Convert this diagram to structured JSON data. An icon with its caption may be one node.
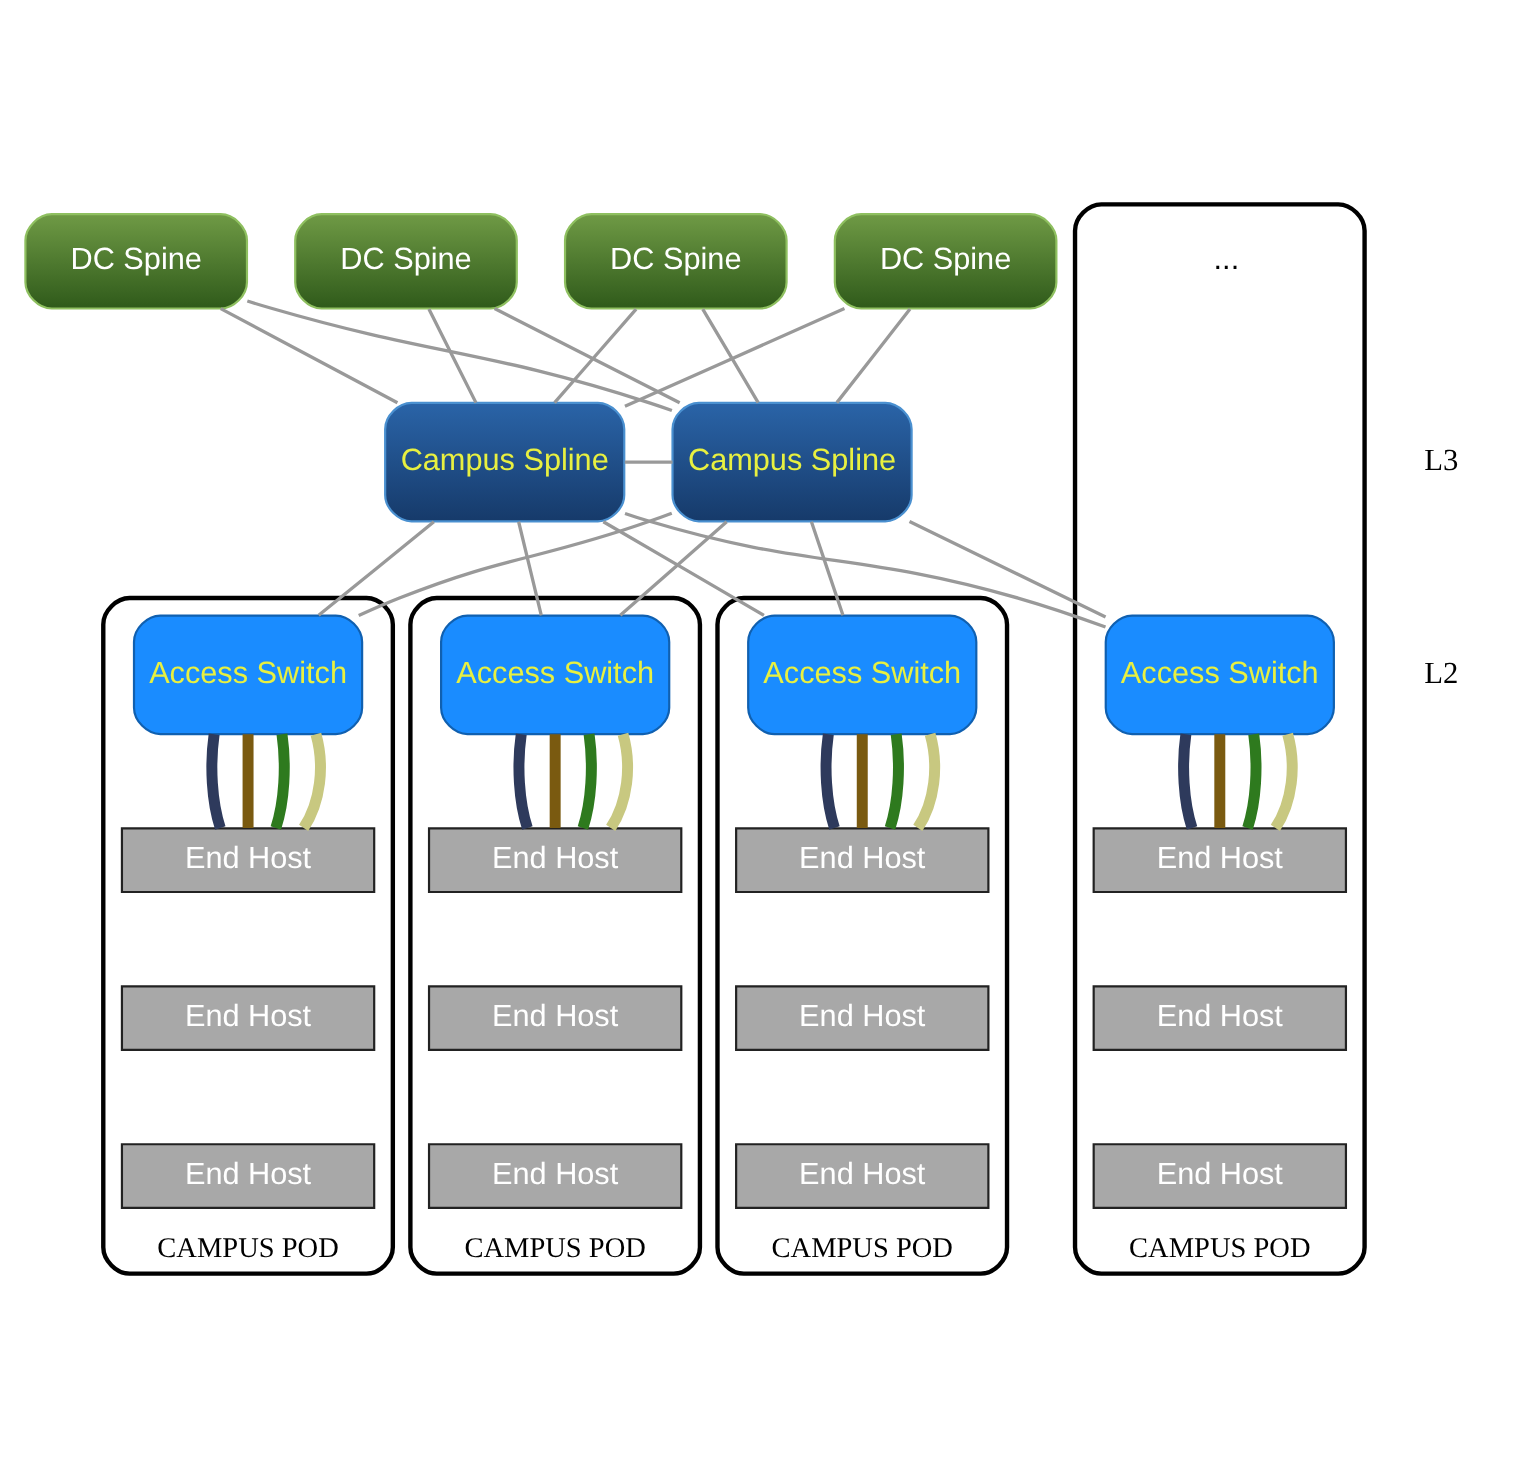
{
  "diagram": {
    "nodes": [
      {
        "text": [
          "DC Spine"
        ]
      },
      {
        "text": [
          "DC Spine"
        ]
      },
      {
        "text": [
          "DC Spine"
        ]
      },
      {
        "text": [
          "DC Spine"
        ]
      },
      {
        "text": [
          "Campus Spline"
        ]
      },
      {
        "text": [
          "Campus Spline"
        ]
      },
      {
        "text": [
          "CAMPUS POD"
        ]
      },
      {
        "text": [
          "Access Switch"
        ],
        "in": 6
      },
      {
        "text": [
          "End Host"
        ],
        "in": 6
      },
      {
        "text": [
          "End Host"
        ],
        "in": 6
      },
      {
        "text": [
          "End Host"
        ],
        "in": 6
      },
      {
        "text": [
          "CAMPUS POD"
        ]
      },
      {
        "text": [
          "Access Switch"
        ],
        "in": 11
      },
      {
        "text": [
          "End Host"
        ],
        "in": 11
      },
      {
        "text": [
          "End Host"
        ],
        "in": 11
      },
      {
        "text": [
          "End Host"
        ],
        "in": 11
      },
      {
        "text": [
          "CAMPUS POD"
        ]
      },
      {
        "text": [
          "Access Switch"
        ],
        "in": 16
      },
      {
        "text": [
          "End Host"
        ],
        "in": 16
      },
      {
        "text": [
          "End Host"
        ],
        "in": 16
      },
      {
        "text": [
          "End Host"
        ],
        "in": 16
      },
      {
        "text": [
          "CAMPUS POD"
        ]
      },
      {
        "text": [
          "Access Switch"
        ],
        "in": 21
      },
      {
        "text": [
          "End Host"
        ],
        "in": 21
      },
      {
        "text": [
          "End Host"
        ],
        "in": 21
      },
      {
        "text": [
          "End Host"
        ],
        "in": 21
      }
    ],
    "edges": [
      {
        "from": 0,
        "to": 4,
        "arrow": "none"
      },
      {
        "from": 0,
        "to": 5,
        "arrow": "none"
      },
      {
        "from": 1,
        "to": 4,
        "arrow": "none"
      },
      {
        "from": 1,
        "to": 5,
        "arrow": "none"
      },
      {
        "from": 2,
        "to": 4,
        "arrow": "none"
      },
      {
        "from": 2,
        "to": 5,
        "arrow": "none"
      },
      {
        "from": 3,
        "to": 4,
        "arrow": "none"
      },
      {
        "from": 3,
        "to": 5,
        "arrow": "none"
      },
      {
        "from": 4,
        "to": 5,
        "arrow": "none"
      },
      {
        "from": 4,
        "to": 7,
        "arrow": "none"
      },
      {
        "from": 4,
        "to": 12,
        "arrow": "none"
      },
      {
        "from": 4,
        "to": 17,
        "arrow": "none"
      },
      {
        "from": 4,
        "to": 22,
        "arrow": "none"
      },
      {
        "from": 5,
        "to": 7,
        "arrow": "none"
      },
      {
        "from": 5,
        "to": 12,
        "arrow": "none"
      },
      {
        "from": 5,
        "to": 17,
        "arrow": "none"
      },
      {
        "from": 5,
        "to": 22,
        "arrow": "none"
      },
      {
        "from": 7,
        "to": 8,
        "arrow": "none",
        "style": "thick",
        "color": "#2e3a5c"
      },
      {
        "from": 7,
        "to": 8,
        "arrow": "none",
        "style": "thick",
        "color": "#7a5a10"
      },
      {
        "from": 7,
        "to": 8,
        "arrow": "none",
        "style": "thick",
        "color": "#2e7a1e"
      },
      {
        "from": 7,
        "to": 8,
        "arrow": "none",
        "style": "thick",
        "color": "#c8c880"
      },
      {
        "from": 12,
        "to": 13,
        "arrow": "none",
        "style": "thick",
        "color": "#2e3a5c"
      },
      {
        "from": 12,
        "to": 13,
        "arrow": "none",
        "style": "thick",
        "color": "#7a5a10"
      },
      {
        "from": 12,
        "to": 13,
        "arrow": "none",
        "style": "thick",
        "color": "#2e7a1e"
      },
      {
        "from": 12,
        "to": 13,
        "arrow": "none",
        "style": "thick",
        "color": "#c8c880"
      },
      {
        "from": 17,
        "to": 18,
        "arrow": "none",
        "style": "thick",
        "color": "#2e3a5c"
      },
      {
        "from": 17,
        "to": 18,
        "arrow": "none",
        "style": "thick",
        "color": "#7a5a10"
      },
      {
        "from": 17,
        "to": 18,
        "arrow": "none",
        "style": "thick",
        "color": "#2e7a1e"
      },
      {
        "from": 17,
        "to": 18,
        "arrow": "none",
        "style": "thick",
        "color": "#c8c880"
      },
      {
        "from": 22,
        "to": 23,
        "arrow": "none",
        "style": "thick",
        "color": "#2e3a5c"
      },
      {
        "from": 22,
        "to": 23,
        "arrow": "none",
        "style": "thick",
        "color": "#7a5a10"
      },
      {
        "from": 22,
        "to": 23,
        "arrow": "none",
        "style": "thick",
        "color": "#2e7a1e"
      },
      {
        "from": 22,
        "to": 23,
        "arrow": "none",
        "style": "thick",
        "color": "#c8c880"
      }
    ],
    "labels": [
      "L3",
      "L2",
      "..."
    ]
  }
}
